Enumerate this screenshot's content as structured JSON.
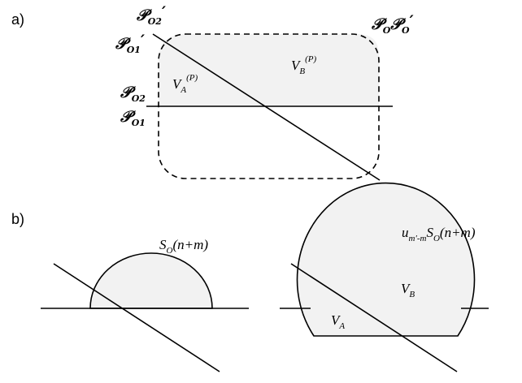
{
  "panel_a": {
    "label": "a)",
    "plane_O2_prime": {
      "symbol": "𝒫",
      "sub": "O2",
      "mark": "′"
    },
    "plane_O1_prime": {
      "symbol": "𝒫",
      "sub": "O1",
      "mark": "′"
    },
    "plane_O2": {
      "symbol": "𝒫",
      "sub": "O2"
    },
    "plane_O1": {
      "symbol": "𝒫",
      "sub": "O1"
    },
    "plane_pair": {
      "symbol1": "𝒫",
      "sub1": "O",
      "symbol2": "𝒫",
      "sub2": "O",
      "mark": "′"
    },
    "region_A": {
      "main": "V",
      "sub": "A",
      "sup": "(P)"
    },
    "region_B": {
      "main": "V",
      "sub": "B",
      "sup": "(P)"
    }
  },
  "panel_b": {
    "label": "b)",
    "small_cap": {
      "main": "S",
      "sub": "O",
      "arg": "(n+m)"
    },
    "large_cap": {
      "u": "u",
      "u_sub": "m′-m",
      "main": "S",
      "sub": "O",
      "arg": "(n+m)"
    },
    "region_A": {
      "main": "V",
      "sub": "A"
    },
    "region_B": {
      "main": "V",
      "sub": "B"
    }
  },
  "colors": {
    "fill": "#f2f2f2",
    "stroke": "#000000"
  }
}
